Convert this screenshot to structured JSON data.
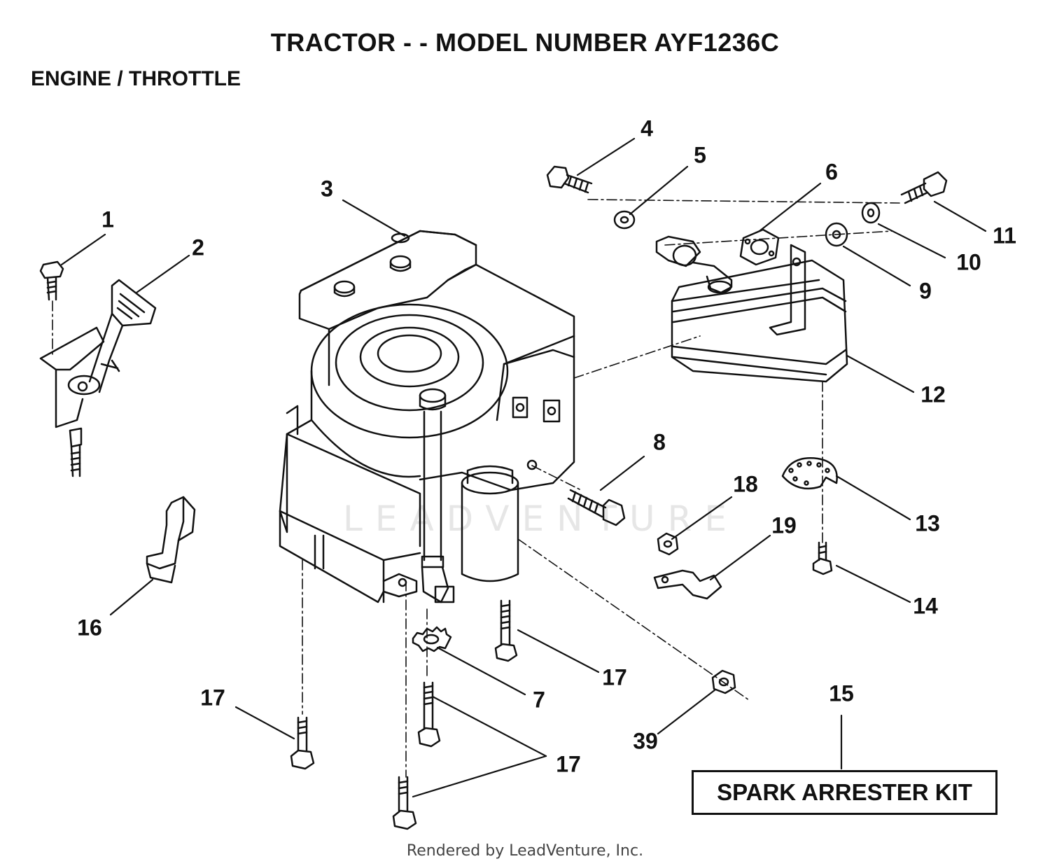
{
  "title": "TRACTOR - - MODEL NUMBER AYF1236C",
  "subtitle": "ENGINE / THROTTLE",
  "watermark": "LEADVENTURE",
  "credit": "Rendered by LeadVenture, Inc.",
  "kit_label": "SPARK ARRESTER KIT",
  "callouts": {
    "c1": "1",
    "c2": "2",
    "c3": "3",
    "c4": "4",
    "c5": "5",
    "c6": "6",
    "c7": "7",
    "c8": "8",
    "c9": "9",
    "c10": "10",
    "c11": "11",
    "c12": "12",
    "c13": "13",
    "c14": "14",
    "c15": "15",
    "c16": "16",
    "c17a": "17",
    "c17b": "17",
    "c17c": "17",
    "c18": "18",
    "c19": "19",
    "c39": "39"
  }
}
